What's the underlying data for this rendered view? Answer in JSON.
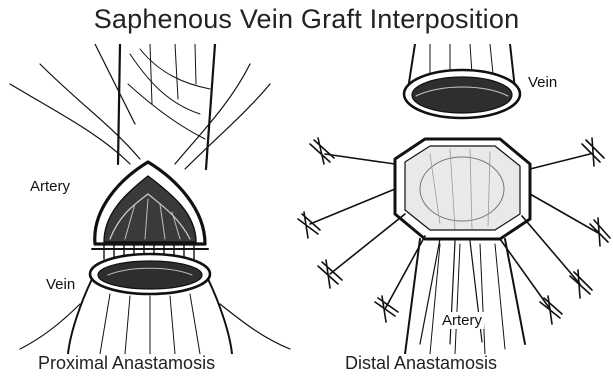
{
  "title": "Saphenous Vein Graft Interposition",
  "panels": {
    "proximal": {
      "caption": "Proximal Anastamosis",
      "labels": {
        "artery": "Artery",
        "vein": "Vein"
      }
    },
    "distal": {
      "caption": "Distal Anastamosis",
      "labels": {
        "vein": "Vein",
        "artery": "Artery"
      }
    }
  },
  "colors": {
    "ink": "#111111",
    "background": "#ffffff"
  }
}
